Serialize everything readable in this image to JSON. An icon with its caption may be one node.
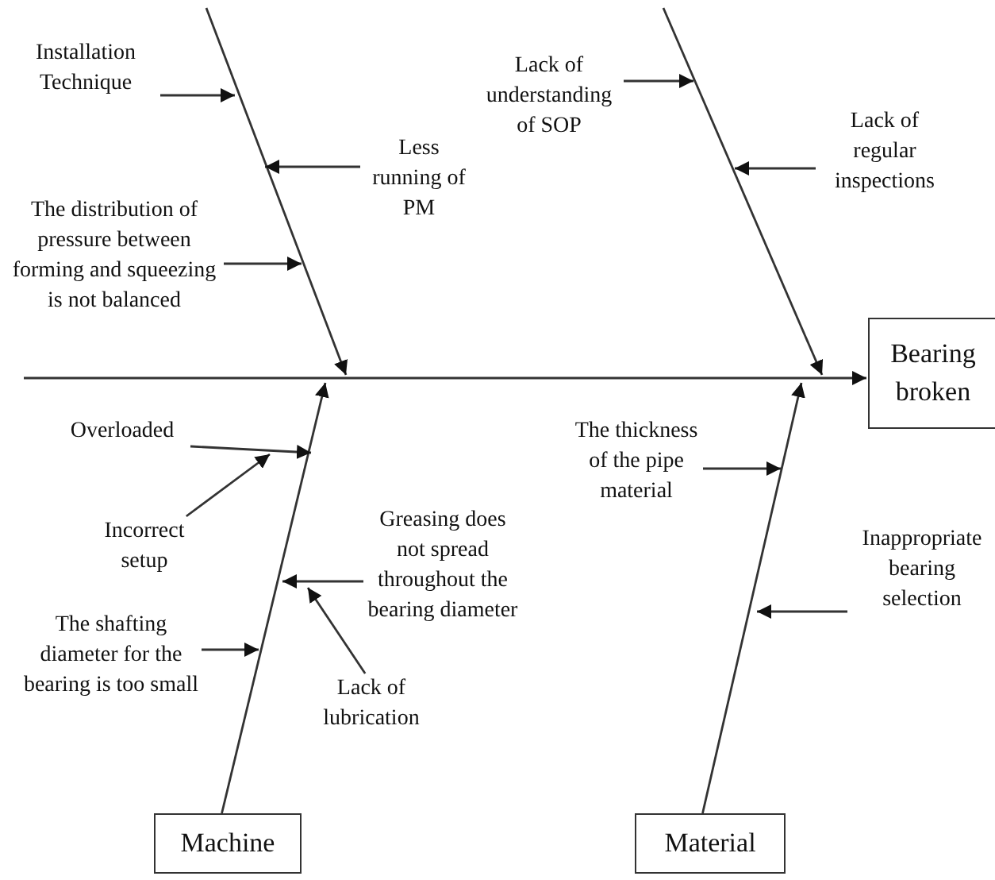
{
  "diagram": {
    "nodes": [
      {
        "text": [
          "Bearing broken"
        ]
      },
      {
        "text": [
          "Machine"
        ]
      },
      {
        "text": [
          "Material"
        ]
      },
      {
        "text": [
          "Installation Technique"
        ]
      },
      {
        "text": [
          "Less running of PM"
        ]
      },
      {
        "text": [
          "The distribution of pressure between forming and squeezing is not balanced"
        ]
      },
      {
        "text": [
          "Lack of understanding of SOP"
        ]
      },
      {
        "text": [
          "Lack of regular inspections"
        ]
      },
      {
        "text": [
          "Overloaded"
        ]
      },
      {
        "text": [
          "Incorrect setup"
        ]
      },
      {
        "text": [
          "Greasing does not spread throughout the bearing diameter"
        ]
      },
      {
        "text": [
          "Lack of lubrication"
        ]
      },
      {
        "text": [
          "The shafting diameter for the bearing is too small"
        ]
      },
      {
        "text": [
          "The thickness of the pipe material"
        ]
      },
      {
        "text": [
          "Inappropriate bearing selection"
        ]
      }
    ],
    "edges": [
      {
        "from": null,
        "to": 0,
        "arrow": "to"
      },
      {
        "from": 1,
        "to": null,
        "arrow": "to"
      },
      {
        "from": 2,
        "to": null,
        "arrow": "to"
      },
      {
        "from": 3,
        "to": null,
        "arrow": "to"
      },
      {
        "from": 4,
        "to": null,
        "arrow": "to"
      },
      {
        "from": 5,
        "to": null,
        "arrow": "to"
      },
      {
        "from": 6,
        "to": null,
        "arrow": "to"
      },
      {
        "from": 7,
        "to": null,
        "arrow": "to"
      },
      {
        "from": 8,
        "to": null,
        "arrow": "to"
      },
      {
        "from": 9,
        "to": null,
        "arrow": "to"
      },
      {
        "from": 10,
        "to": null,
        "arrow": "to"
      },
      {
        "from": 11,
        "to": null,
        "arrow": "to"
      },
      {
        "from": 12,
        "to": null,
        "arrow": "to"
      },
      {
        "from": 13,
        "to": null,
        "arrow": "to"
      },
      {
        "from": 14,
        "to": null,
        "arrow": "to"
      }
    ]
  }
}
